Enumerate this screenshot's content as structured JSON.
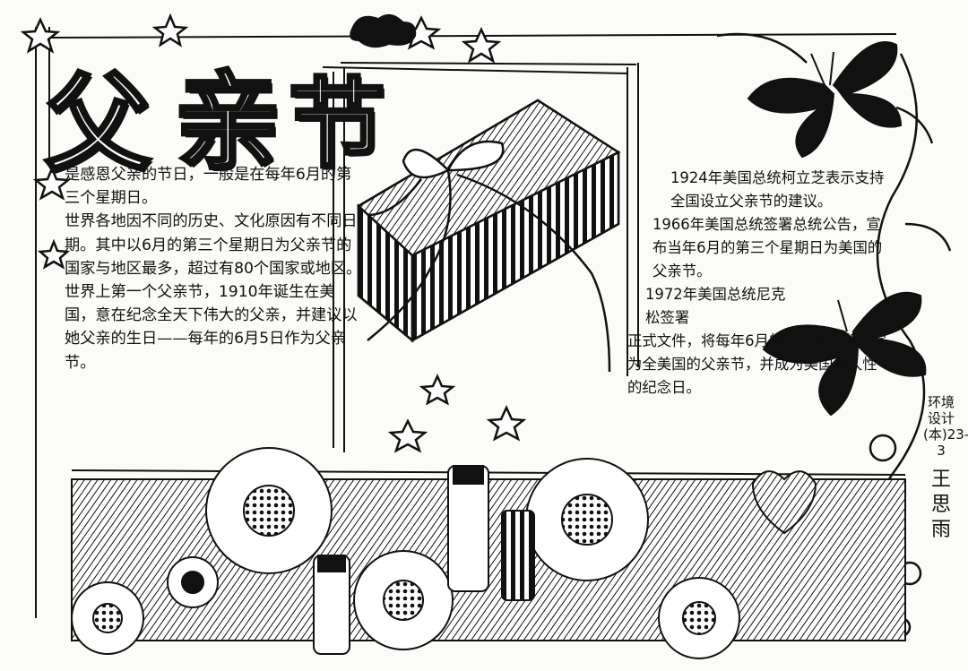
{
  "title": {
    "chars": [
      "父",
      "亲",
      "节"
    ]
  },
  "left_paragraphs": [
    "是感恩父亲的节日，一般是在每年6月的第三个星期日。",
    "世界各地因不同的历史、文化原因有不同日期。其中以6月的第三个星期日为父亲节的国家与地区最多，超过有80个国家或地区。",
    "世界上第一个父亲节，1910年诞生在美国，意在纪念全天下伟大的父亲，并建议以她父亲的生日——每年的6月5日作为父亲节。"
  ],
  "right_paragraphs": [
    "1924年美国总统柯立芝表示支持全国设立父亲节的建议。",
    "1966年美国总统签署总统公告，宣布当年6月的第三个星期日为美国的父亲节。",
    "1972年美国总统尼克松签署",
    "正式文件，将每年6月的第三个星期日定为全美国的父亲节，并成为美国永久性的纪念日。"
  ],
  "credit": {
    "class": "环境设计(本)23-3",
    "name": "王思雨"
  },
  "icons": [
    "star-icon",
    "butterfly-icon",
    "gift-box-icon",
    "sunflower-icon",
    "bottle-icon",
    "heart-icon",
    "cloud-icon",
    "vine-icon"
  ],
  "colors": {
    "ink": "#111111",
    "paper": "#fbfbf8"
  }
}
